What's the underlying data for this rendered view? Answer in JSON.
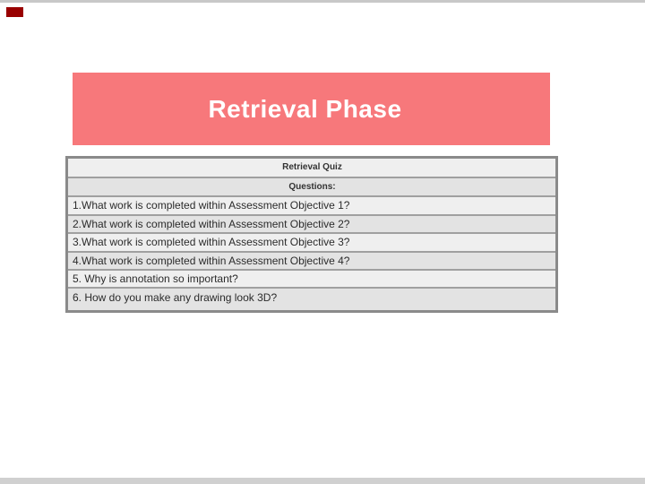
{
  "theme": {
    "page_bg": "#ffffff",
    "banner_bg": "#f7787b",
    "banner_text": "#ffffff",
    "row_light": "#efefef",
    "row_dark": "#e3e3e3",
    "border_inner": "#a0a0a0",
    "border_outer": "#8a8a8a",
    "text_color": "#2b2b2b",
    "header_text_color": "#333333",
    "top_line": "#c8c8c8",
    "bottom_band": "#d0d0d0",
    "corner_accent": "#990000"
  },
  "banner": {
    "title": "Retrieval Phase"
  },
  "quiz_table": {
    "header_rows": [
      {
        "label": "Retrieval Quiz"
      },
      {
        "label": "Questions:"
      }
    ],
    "questions": [
      "1.What work is completed within Assessment Objective 1?",
      "2.What work is completed within Assessment Objective 2?",
      "3.What work is completed within Assessment Objective 3?",
      "4.What work is completed within Assessment Objective 4?",
      "5. Why is annotation so important?",
      "6. How do you make any drawing look 3D?"
    ]
  }
}
